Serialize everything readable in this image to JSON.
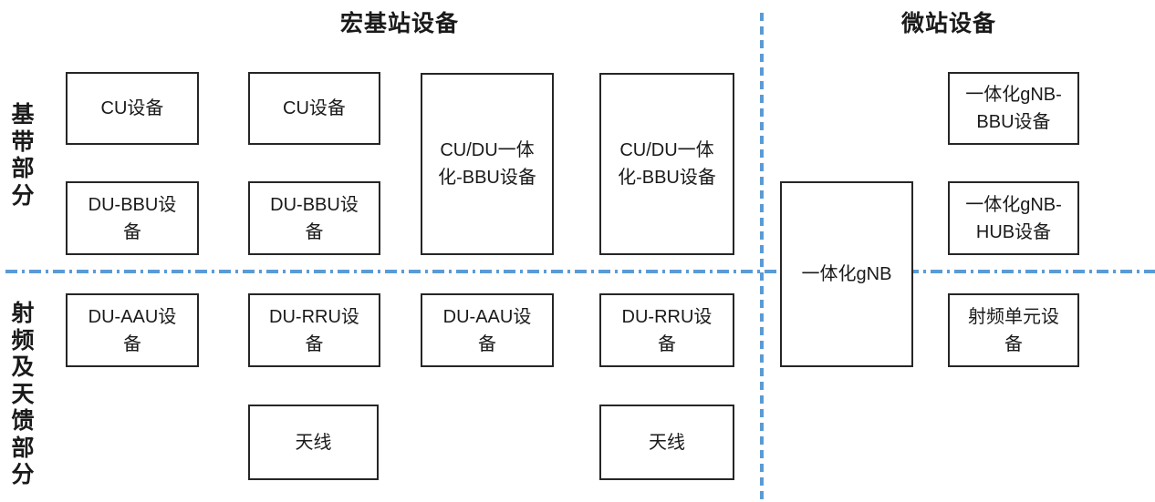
{
  "headers": {
    "macro_station": "宏基站设备",
    "micro_station": "微站设备"
  },
  "row_labels": {
    "baseband": "基带部分",
    "rf_antenna": "射频及天馈部分"
  },
  "boxes": {
    "cu1": {
      "label": "CU设备"
    },
    "cu2": {
      "label": "CU设备"
    },
    "cudu1": {
      "label": "CU/DU一体\n化-BBU设备"
    },
    "cudu2": {
      "label": "CU/DU一体\n化-BBU设备"
    },
    "dubbu1": {
      "label": "DU-BBU设\n备"
    },
    "dubbu2": {
      "label": "DU-BBU设\n备"
    },
    "gnb": {
      "label": "一体化gNB"
    },
    "gnbbbu": {
      "label": "一体化gNB-\nBBU设备"
    },
    "gnbhub": {
      "label": "一体化gNB-\nHUB设备"
    },
    "duaau1": {
      "label": "DU-AAU设\n备"
    },
    "durru1": {
      "label": "DU-RRU设\n备"
    },
    "duaau2": {
      "label": "DU-AAU设\n备"
    },
    "durru2": {
      "label": "DU-RRU设\n备"
    },
    "rfunit": {
      "label": "射频单元设\n备"
    },
    "ant1": {
      "label": "天线"
    },
    "ant2": {
      "label": "天线"
    }
  },
  "colors": {
    "divider_blue": "#5B9BD5",
    "box_border": "#262626",
    "text": "#1a1a1a"
  }
}
